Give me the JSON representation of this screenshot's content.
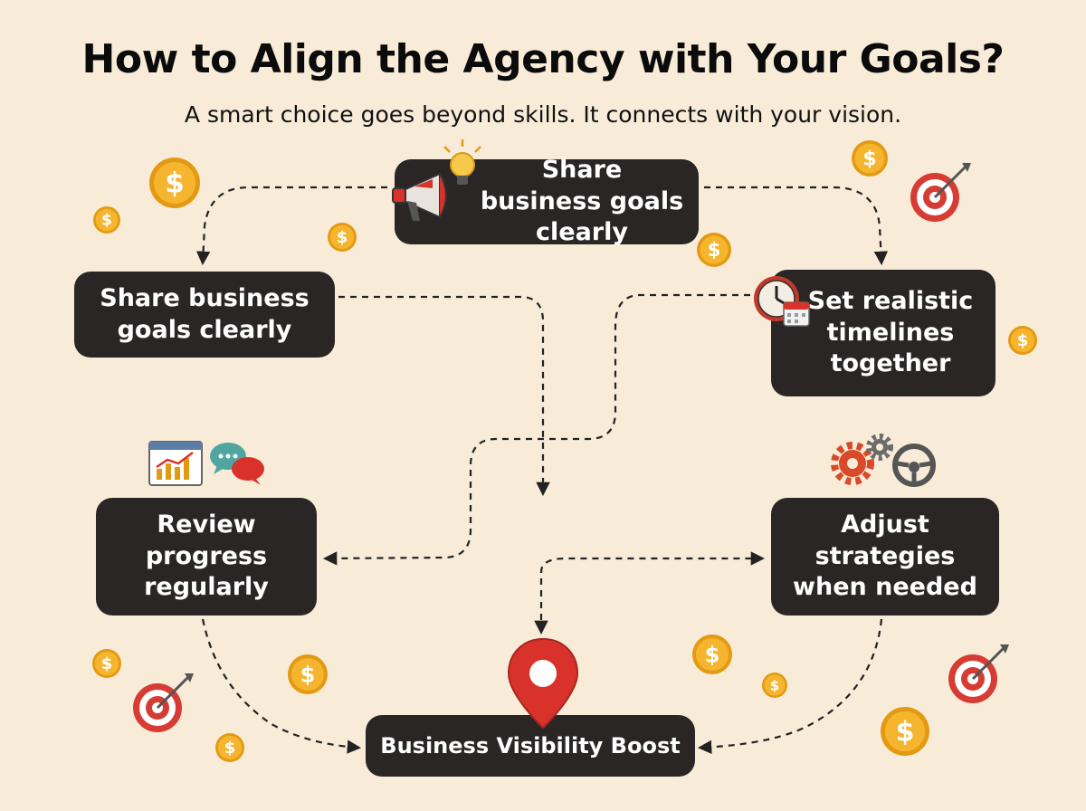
{
  "title": "How to Align the Agency with Your Goals?",
  "subtitle": "A smart choice goes beyond skills. It connects with your vision.",
  "steps": {
    "top": "Share business goals clearly",
    "left": "Share business goals clearly",
    "right": "Set realistic timelines together",
    "review": "Review progress regularly",
    "adjust": "Adjust strategies when needed",
    "outcome": "Business Visibility Boost"
  },
  "coin_symbol": "$",
  "colors": {
    "background": "#f8ecd9",
    "box": "#2a2626",
    "coin": "#f5b52e",
    "coin_dark": "#e39a12",
    "target_red": "#d63c33",
    "pin_red": "#d8322b"
  },
  "icons": [
    "megaphone-icon",
    "lightbulb-icon",
    "clock-icon",
    "calendar-icon",
    "chart-window-icon",
    "chat-bubbles-icon",
    "gears-icon",
    "steering-wheel-icon",
    "location-pin-icon",
    "target-icon",
    "coin-icon"
  ]
}
